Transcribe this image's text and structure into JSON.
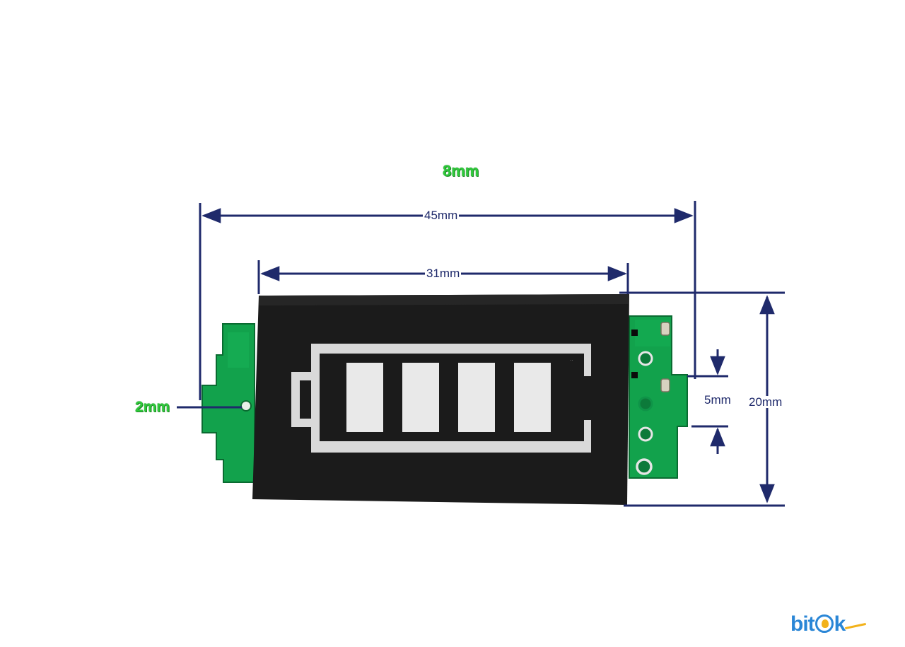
{
  "dimensions": {
    "top_note": "8mm",
    "overall_width": "45mm",
    "display_width": "31mm",
    "tab_hole": "2mm",
    "pin_pitch": "5mm",
    "height": "20mm"
  },
  "battery_indicator": {
    "segments_total": 4,
    "segments_lit": 4
  },
  "watermark": {
    "prefix": "bit",
    "suffix": "k"
  },
  "colors": {
    "dimension_line": "#1f2a6b",
    "pcb_green": "#0f9b4a",
    "display_black": "#1b1b1b",
    "segment_white": "#e9e9e9",
    "note_green": "#2ec93a",
    "brand_blue": "#2a86d6"
  }
}
